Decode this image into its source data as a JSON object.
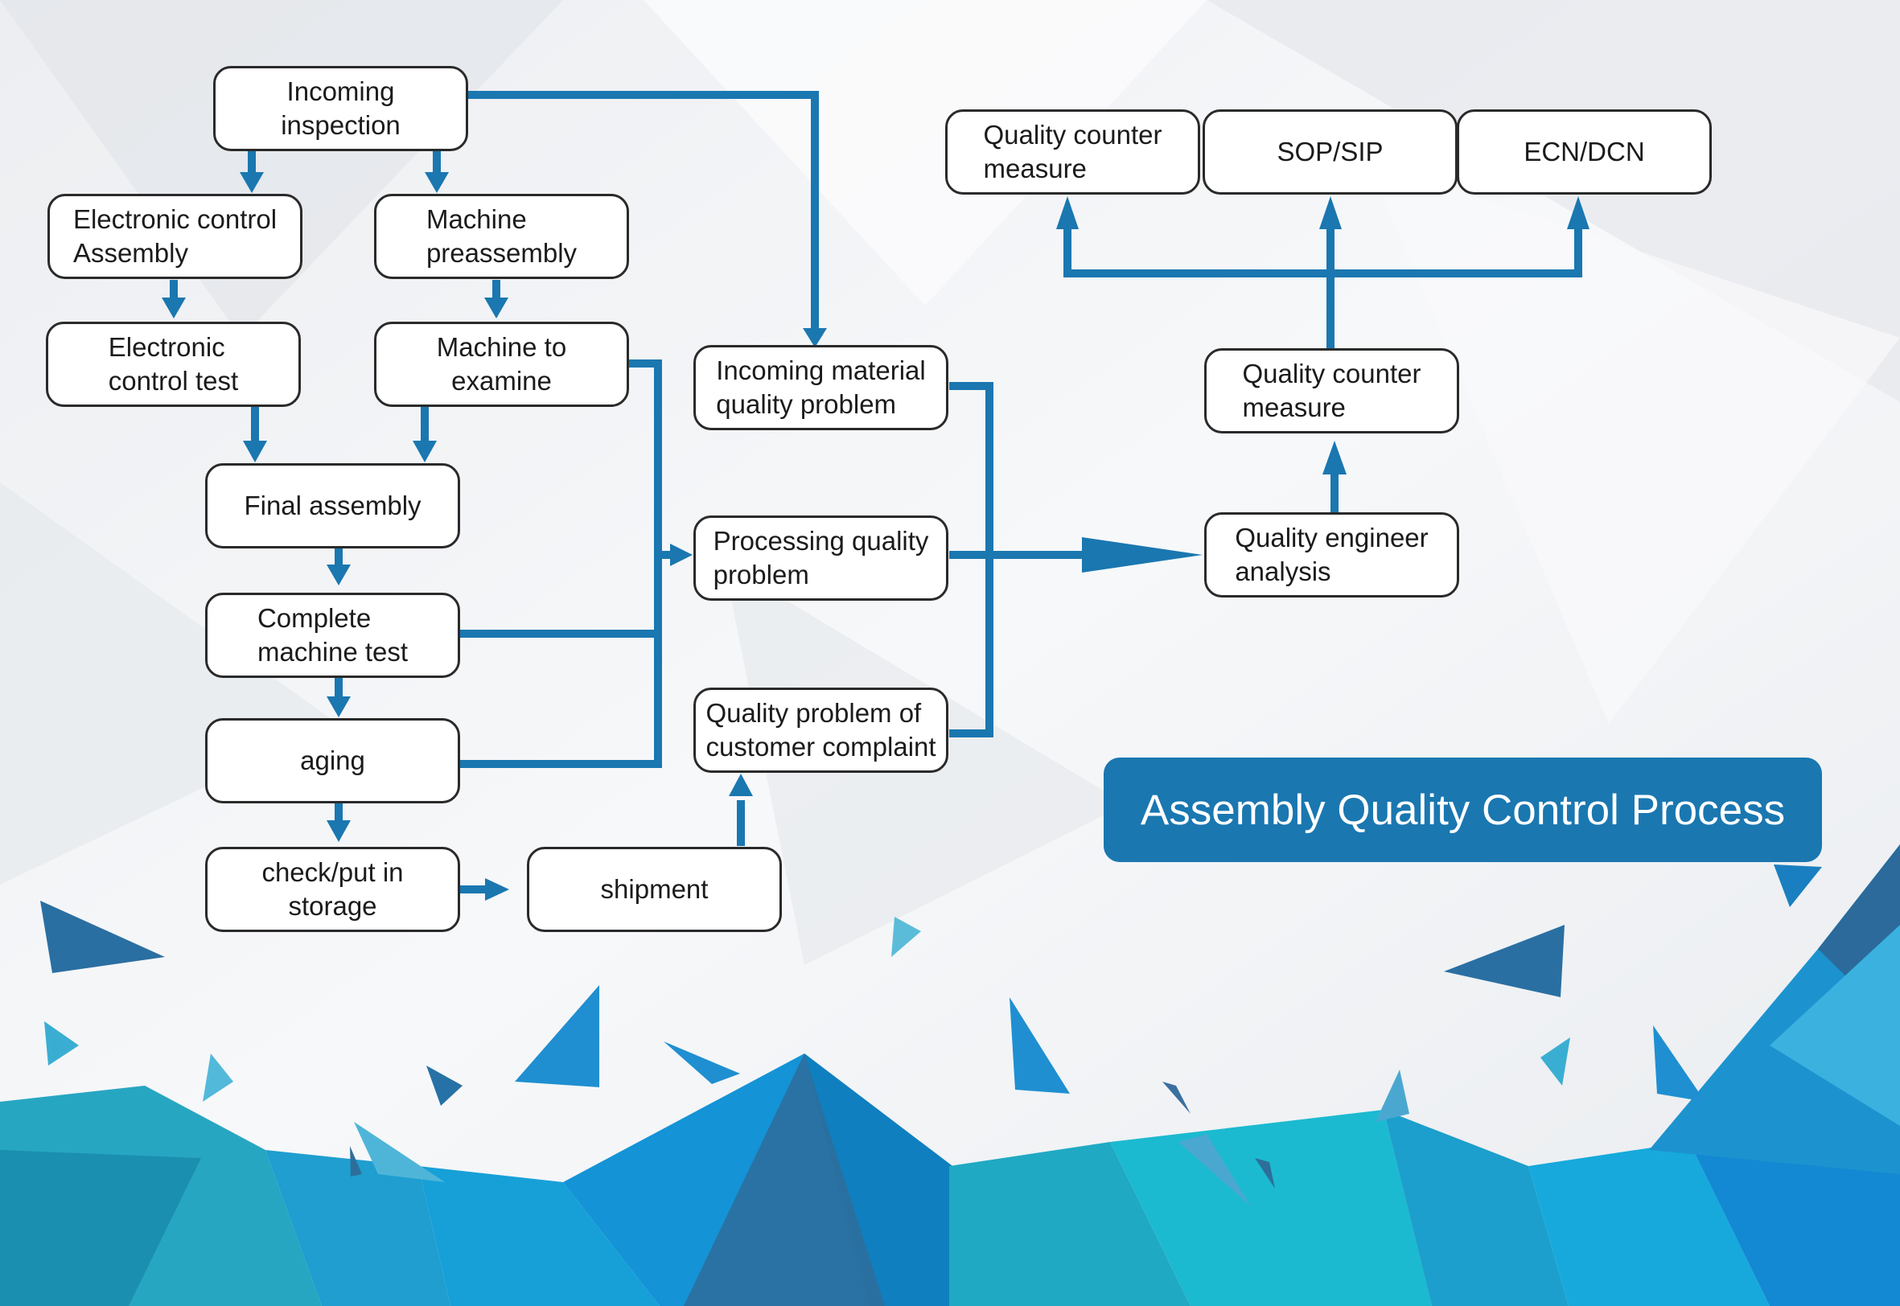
{
  "title": "Assembly Quality Control Process",
  "colors": {
    "arrow": "#1a77b0",
    "banner": "#1a77b0",
    "node_border": "#2a2a2a"
  },
  "nodes": {
    "incoming_inspection": "Incoming inspection",
    "electronic_control_assembly": "Electronic control\nAssembly",
    "machine_preassembly": "Machine\npreassembly",
    "electronic_control_test": "Electronic\ncontrol test",
    "machine_to_examine": "Machine to examine",
    "final_assembly": "Final assembly",
    "complete_machine_test": "Complete\nmachine test",
    "aging": "aging",
    "check_put_in_storage": "check/put in storage",
    "shipment": "shipment",
    "incoming_material_quality_problem": "Incoming material\nquality problem",
    "processing_quality_problem": "Processing quality\nproblem",
    "customer_complaint_quality_problem": "Quality problem of\ncustomer complaint",
    "quality_engineer_analysis": "Quality engineer\nanalysis",
    "quality_counter_measure_mid": "Quality counter\nmeasure",
    "quality_counter_measure_top": "Quality counter\nmeasure",
    "sop_sip": "SOP/SIP",
    "ecn_dcn": "ECN/DCN"
  }
}
